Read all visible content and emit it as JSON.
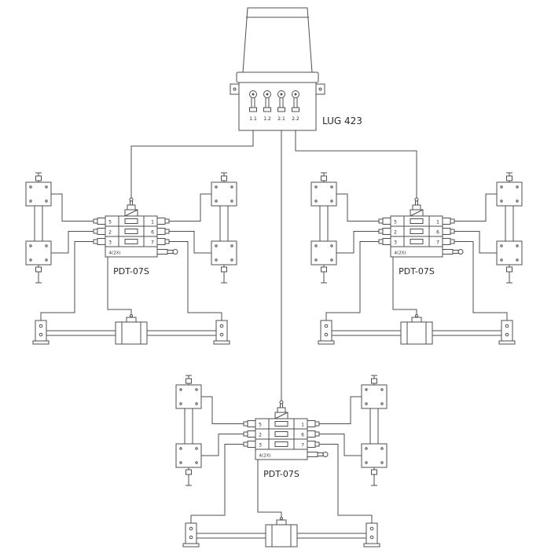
{
  "lug": {
    "label": "LUG 423",
    "port_labels": [
      "1.1",
      "1.2",
      "2.1",
      "2.2"
    ]
  },
  "valves": [
    {
      "label": "PDT-07S",
      "left_ports": [
        "5",
        "2",
        "3",
        "4(2X)"
      ],
      "right_ports": [
        "1",
        "6",
        "7"
      ]
    },
    {
      "label": "PDT-07S",
      "left_ports": [
        "5",
        "2",
        "3",
        "4(2X)"
      ],
      "right_ports": [
        "1",
        "6",
        "7"
      ]
    },
    {
      "label": "PDT-07S",
      "left_ports": [
        "5",
        "2",
        "3",
        "4(2X)"
      ],
      "right_ports": [
        "1",
        "6",
        "7"
      ]
    }
  ],
  "colors": {
    "line": "#4f4f4f",
    "text": "#2b2b2b"
  }
}
